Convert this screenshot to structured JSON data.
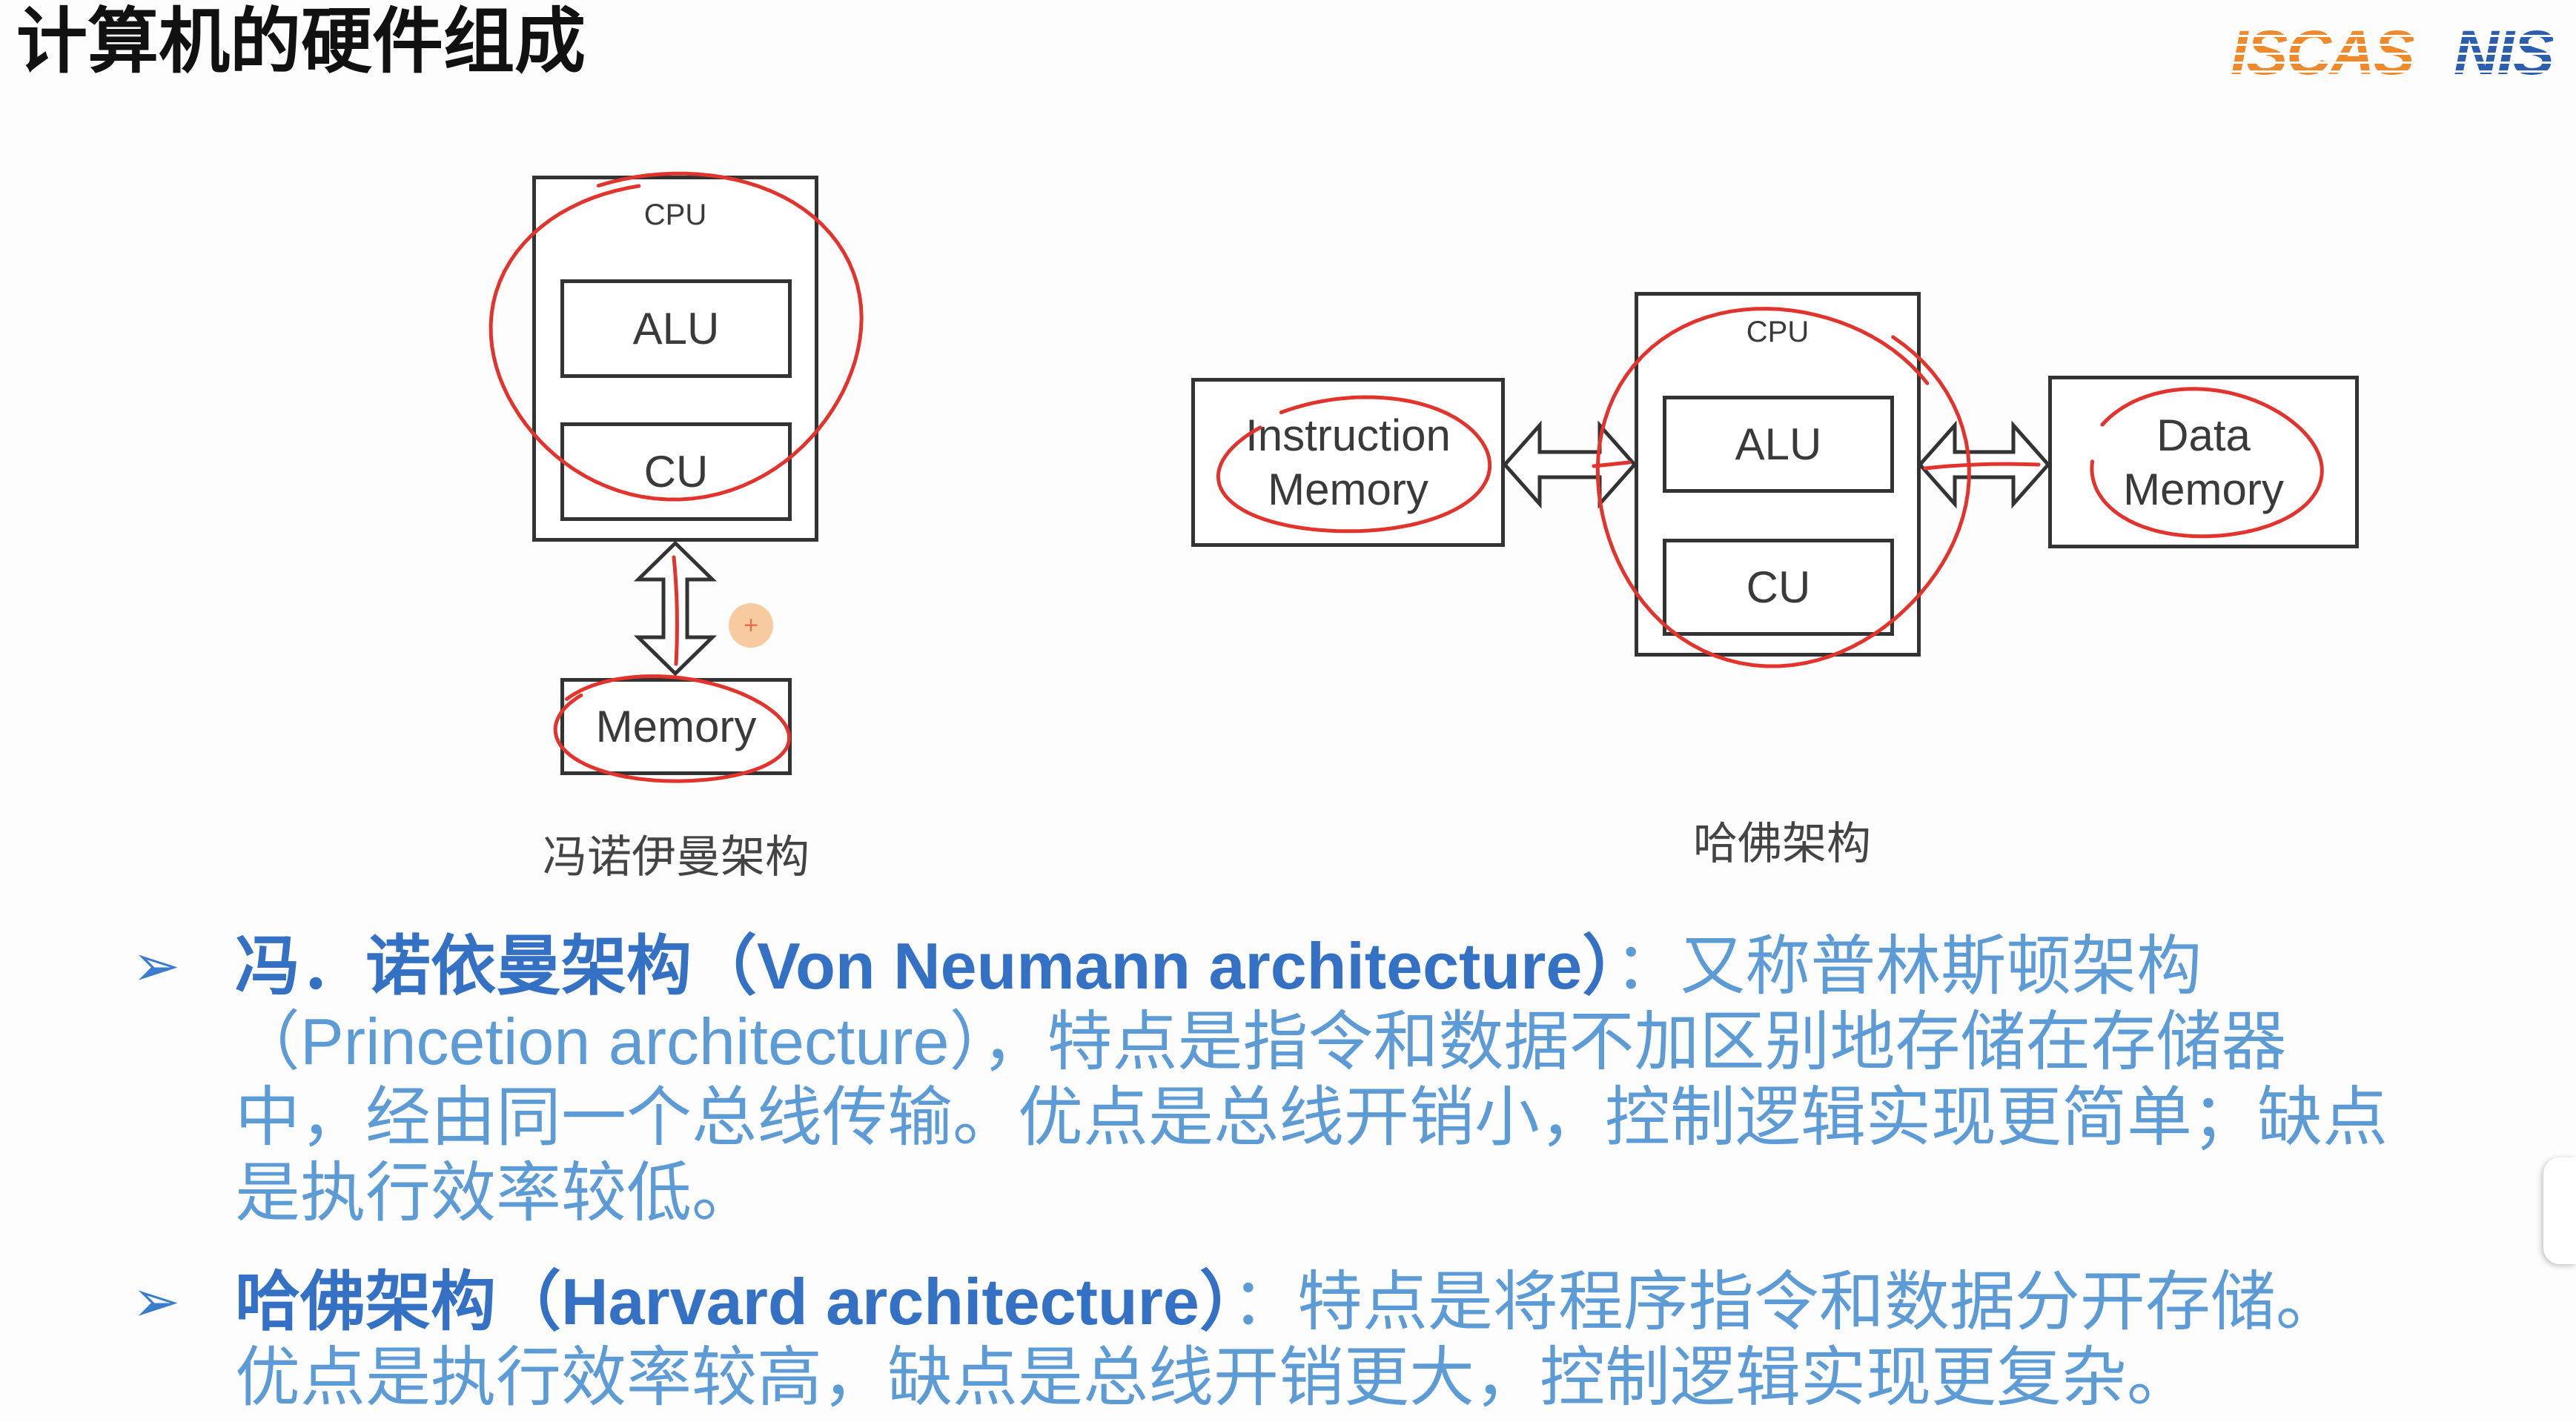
{
  "slide": {
    "title": "计算机的硬件组成",
    "logos": {
      "iscas": "ISCAS",
      "nis": "NIS"
    },
    "cursor_marker": "+"
  },
  "von_neumann_diagram": {
    "cpu": "CPU",
    "alu": "ALU",
    "cu": "CU",
    "memory": "Memory",
    "caption": "冯诺伊曼架构"
  },
  "harvard_diagram": {
    "instruction_memory": [
      "Instruction",
      "Memory"
    ],
    "cpu": "CPU",
    "alu": "ALU",
    "cu": "CU",
    "data_memory": [
      "Data",
      "Memory"
    ],
    "caption": "哈佛架构"
  },
  "bullets": [
    {
      "marker": "➢",
      "term": "冯．诺依曼架构（Von Neumann architecture）",
      "first_line_rest": "：又称普林斯顿架构",
      "continuation_lines": [
        "（Princetion architecture），特点是指令和数据不加区别地存储在存储器",
        "中，经由同一个总线传输。优点是总线开销小，控制逻辑实现更简单；缺点",
        "是执行效率较低。"
      ]
    },
    {
      "marker": "➢",
      "term": "哈佛架构（Harvard architecture）",
      "first_line_rest": "：特点是将程序指令和数据分开存储。",
      "continuation_lines": [
        "优点是执行效率较高，缺点是总线开销更大，控制逻辑实现更复杂。"
      ]
    }
  ],
  "colors": {
    "term": "#3471c5",
    "body": "#5d9bd7",
    "marker": "#3b7ccc",
    "annotation": "#e2332d",
    "box_stroke": "#333333",
    "iscas_logo": "#f0892a",
    "nis_logo": "#2b5fae",
    "cursor": "#f7c38f"
  }
}
